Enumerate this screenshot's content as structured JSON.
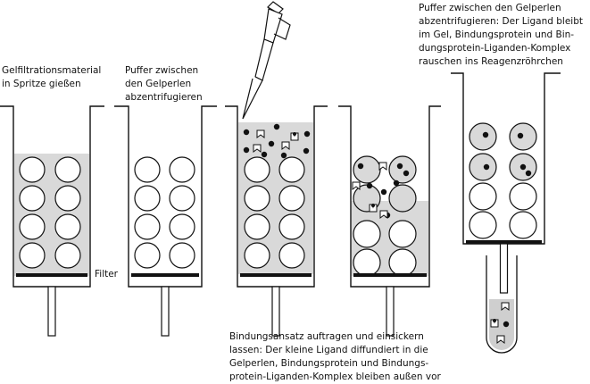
{
  "captions": {
    "step1": [
      "Gelfiltrationsmaterial",
      "in Spritze gießen"
    ],
    "step2": [
      "Puffer zwischen",
      "den Gelperlen",
      "abzentrifugieren"
    ],
    "step3": [
      "Bindungsansatz auftragen und einsickern",
      "lassen: Der kleine Ligand diffundiert in die",
      "Gelperlen, Bindungsprotein und Bindungs-",
      "protein-Liganden-Komplex bleiben außen vor"
    ],
    "step5": [
      "Puffer zwischen den Gelperlen",
      "abzentrifugieren: Der Ligand bleibt",
      "im Gel, Bindungsprotein und Bin-",
      "dungsprotein-Liganden-Komplex",
      "rauschen ins Reagenzröhrchen"
    ]
  },
  "labels": {
    "filter": "Filter"
  },
  "colors": {
    "buffer": "#d9d9d9",
    "line": "#111111",
    "ligand": "#111111",
    "tube_liquid": "#cfcfcf"
  }
}
